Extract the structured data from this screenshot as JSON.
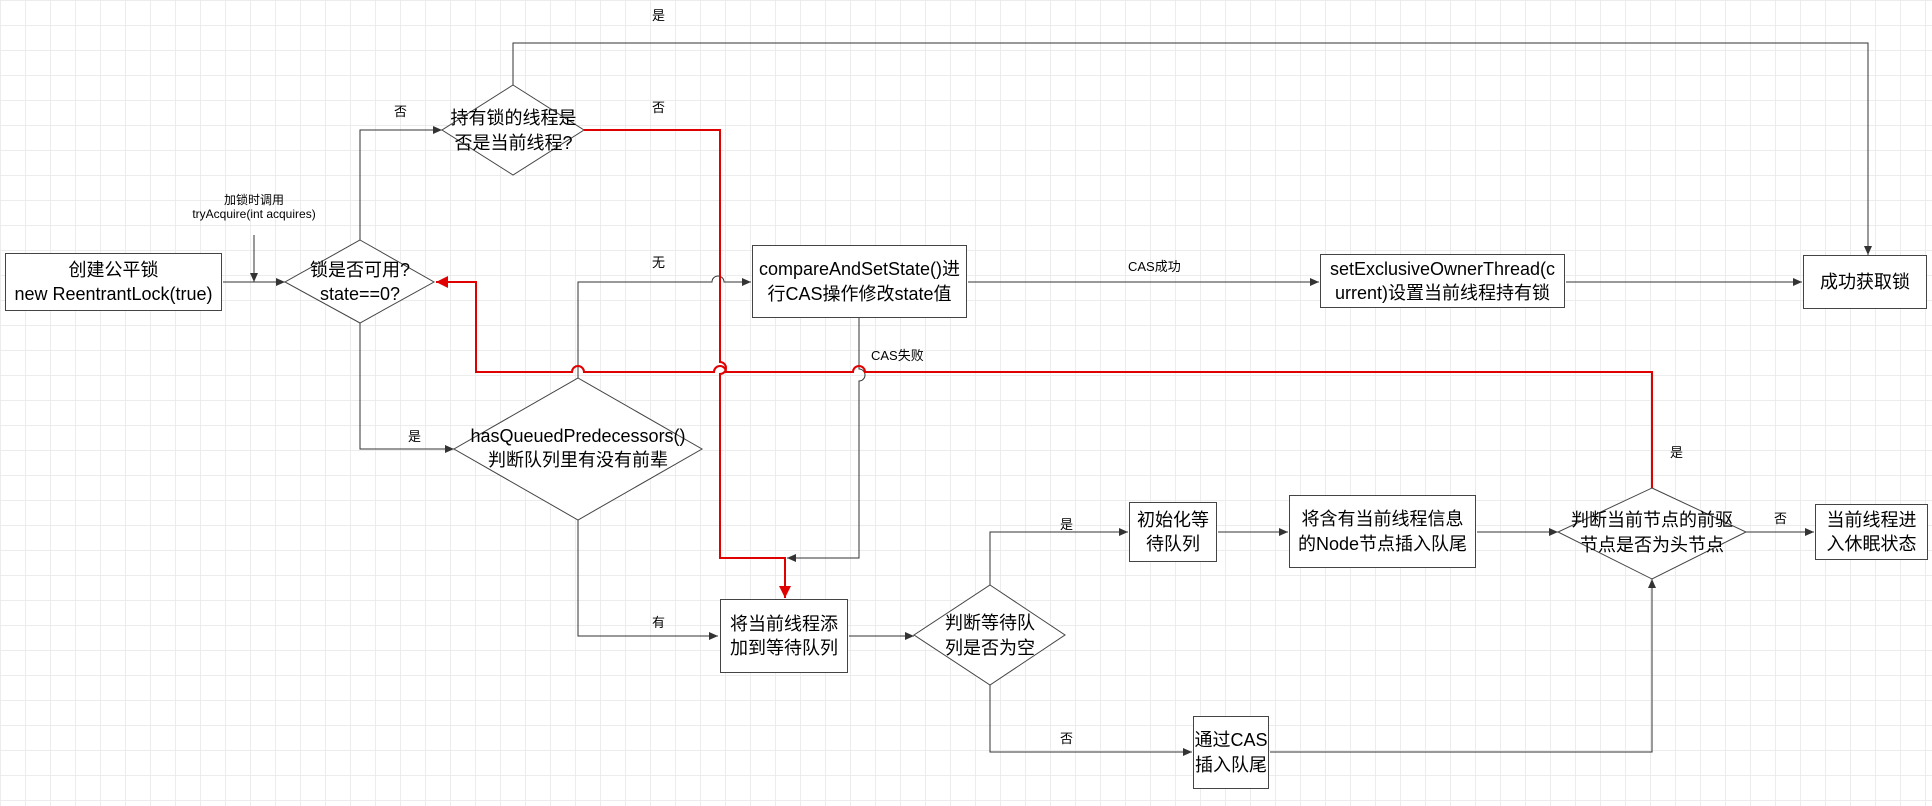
{
  "nodes": {
    "create_lock": "创建公平锁\nnew ReentrantLock(true)",
    "lock_available": "锁是否可用?\nstate==0?",
    "holder_is_current": "持有锁的线程是\n否是当前线程?",
    "has_queued_predecessors": "hasQueuedPredecessors()\n判断队列里有没有前辈",
    "compare_and_set": "compareAndSetState()进\n行CAS操作修改state值",
    "set_owner": "setExclusiveOwnerThread(c\nurrent)设置当前线程持有锁",
    "acquire_success": "成功获取锁",
    "add_to_queue": "将当前线程添\n加到等待队列",
    "queue_empty": "判断等待队\n列是否为空",
    "init_queue": "初始化等\n待队列",
    "insert_node_tail": "将含有当前线程信息\n的Node节点插入队尾",
    "cas_insert_tail": "通过CAS\n插入队尾",
    "prev_is_head": "判断当前节点的前驱\n节点是否为头节点",
    "thread_sleep": "当前线程进\n入休眠状态"
  },
  "edge_labels": {
    "call_note": "加锁时调用\ntryAcquire(int acquires)",
    "reentrant_yes": "是",
    "available_no": "否",
    "holder_no": "否",
    "predecessors_none": "无",
    "available_yes": "是",
    "predecessors_have": "有",
    "cas_success": "CAS成功",
    "cas_fail": "CAS失败",
    "queue_empty_yes": "是",
    "queue_empty_no": "否",
    "prev_head_yes": "是",
    "prev_head_no": "否"
  },
  "colors": {
    "line": "#333333",
    "red_path": "#e00000",
    "node_border": "#444444",
    "grid": "#ececec"
  }
}
